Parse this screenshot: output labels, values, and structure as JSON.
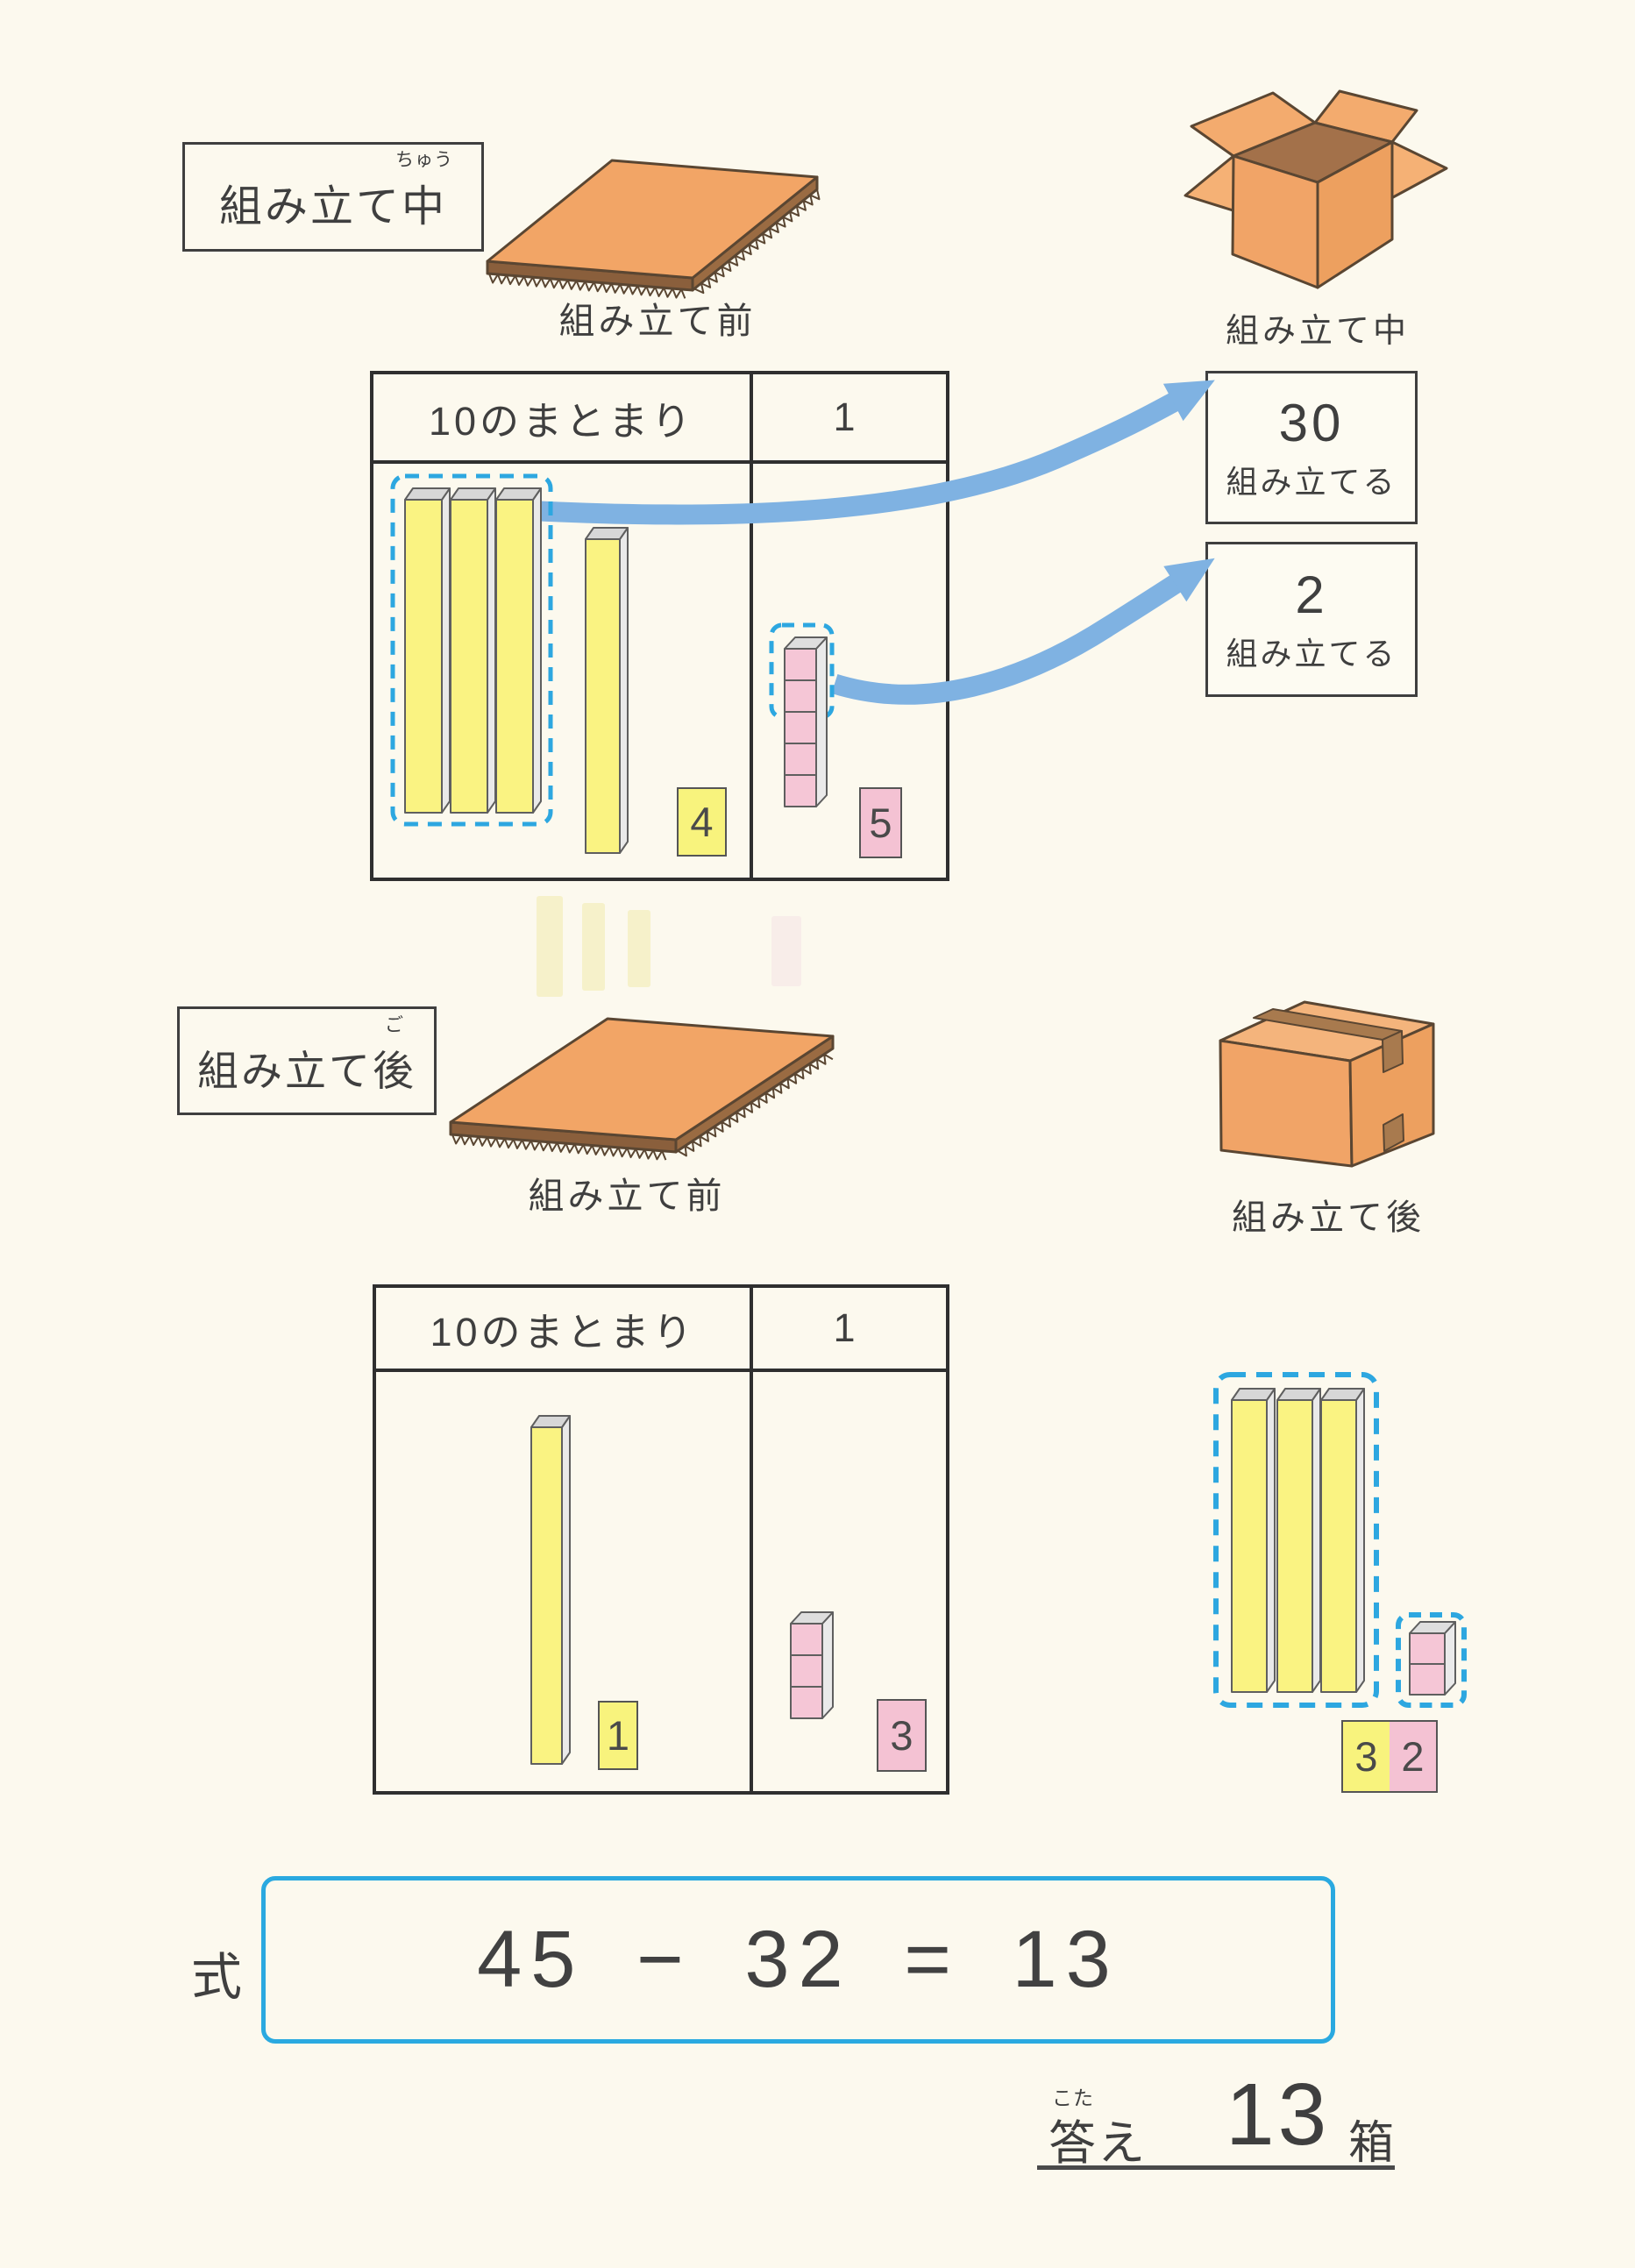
{
  "colors": {
    "page_background": "#fcf9ee",
    "accent_blue_dashed": "#2da7e0",
    "arrow_blue": "#7fb2e2",
    "equation_border_blue": "#2aa9e0",
    "tens_block_yellow": "#faf382",
    "ones_block_pink": "#f5c6d6",
    "cardboard_orange": "#f2a566",
    "cardboard_inside_brown": "#a3714a"
  },
  "section_during": {
    "tag": {
      "pre": "組み立て",
      "kanji": "中",
      "furigana": "ちゅう"
    },
    "sheet_caption": "組み立て前",
    "box_caption": "組み立て中",
    "table": {
      "col_tens": "10のまとまり",
      "col_ones": "1",
      "tens_count": 4,
      "ones_count": 5,
      "grouped_tens_count": 3,
      "grouped_ones_count": 2,
      "tens_card": "4",
      "ones_card": "5"
    },
    "callout_tens": {
      "value": "30",
      "action": "組み立てる"
    },
    "callout_ones": {
      "value": "2",
      "action": "組み立てる"
    }
  },
  "section_after": {
    "tag": {
      "pre": "組み立て",
      "kanji": "後",
      "furigana": "ご"
    },
    "sheet_caption": "組み立て前",
    "box_caption": "組み立て後",
    "table": {
      "col_tens": "10のまとまり",
      "col_ones": "1",
      "tens_count": 1,
      "ones_count": 3,
      "tens_card": "1",
      "ones_card": "3"
    },
    "assembled": {
      "tens_count": 3,
      "ones_count": 2,
      "tens_card": "3",
      "ones_card": "2"
    }
  },
  "formula": {
    "label": "式",
    "equation": "45 − 32 = 13"
  },
  "answer": {
    "label_kanji": "答",
    "label_furigana": "こた",
    "label_suffix": "え",
    "value": "13",
    "unit": "箱"
  }
}
